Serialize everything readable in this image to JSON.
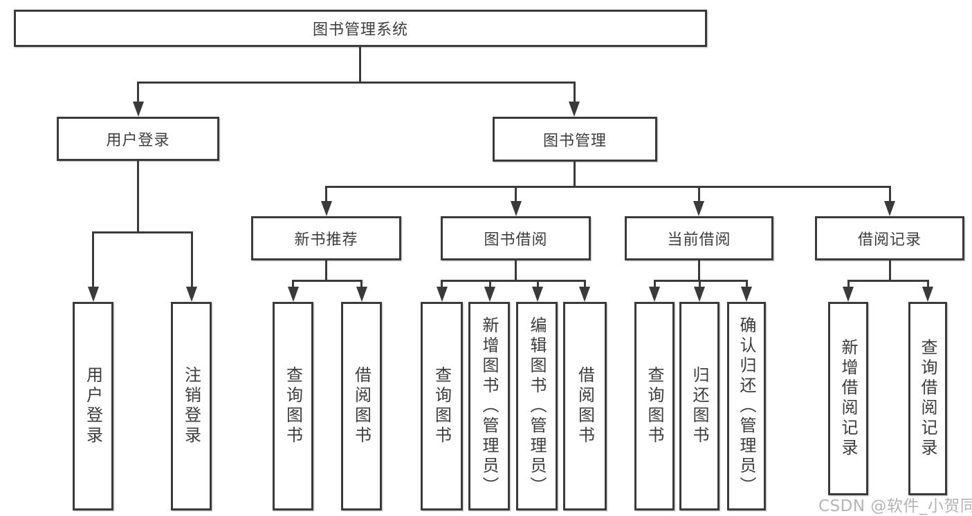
{
  "diagram": {
    "title": "图书管理系统",
    "watermark": "CSDN @软件_小贺同学",
    "colors": {
      "line": "#3a3a3a",
      "text": "#3c3c3c",
      "watermark": "#b4b4b4",
      "background": "#ffffff"
    },
    "nodes": {
      "root": "图书管理系统",
      "user_login": "用户登录",
      "book_mgmt": "图书管理",
      "new_book_rec": "新书推荐",
      "book_borrow": "图书借阅",
      "current_borrow": "当前借阅",
      "borrow_records": "借阅记录",
      "ul_user_login": "用户登录",
      "ul_logout": "注销登录",
      "nbr_query_book": "查询图书",
      "nbr_borrow_book": "借阅图书",
      "bb_query_book": "查询图书",
      "bb_add_book": "新增图书（管理员）",
      "bb_edit_book": "编辑图书（管理员）",
      "bb_borrow_book": "借阅图书",
      "cb_query_book": "查询图书",
      "cb_return_book": "归还图书",
      "cb_confirm_return": "确认归还（管理员）",
      "br_add_record": "新增借阅记录",
      "br_query_record": "查询借阅记录"
    },
    "tree": {
      "root": [
        "user_login",
        "book_mgmt"
      ],
      "user_login": [
        "ul_user_login",
        "ul_logout"
      ],
      "book_mgmt": [
        "new_book_rec",
        "book_borrow",
        "current_borrow",
        "borrow_records"
      ],
      "new_book_rec": [
        "nbr_query_book",
        "nbr_borrow_book"
      ],
      "book_borrow": [
        "bb_query_book",
        "bb_add_book",
        "bb_edit_book",
        "bb_borrow_book"
      ],
      "current_borrow": [
        "cb_query_book",
        "cb_return_book",
        "cb_confirm_return"
      ],
      "borrow_records": [
        "br_add_record",
        "br_query_record"
      ]
    }
  }
}
